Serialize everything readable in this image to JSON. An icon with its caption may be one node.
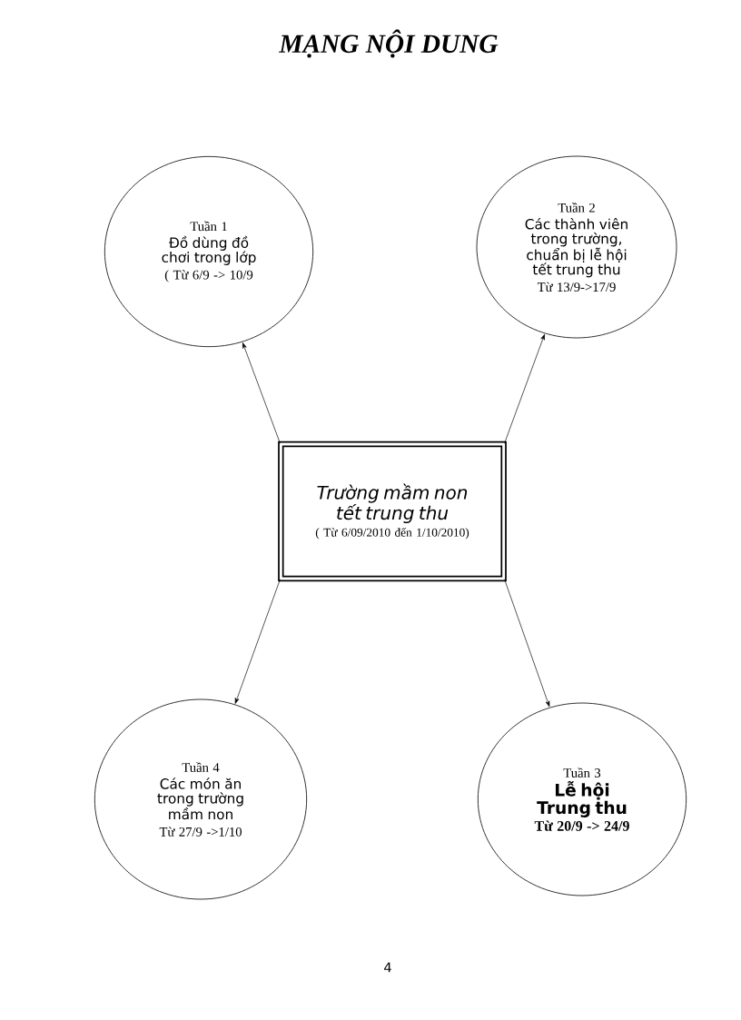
{
  "diagram": {
    "title": "MẠNG NỘI DUNG",
    "nodes": [
      {
        "text": [
          "Tuần 1",
          "Đồ dùng đồ chơi trong lớp",
          "( Từ 6/9 -> 10/9"
        ]
      },
      {
        "text": [
          "Tuần 2",
          "Các thành viên trong trường, chuẩn bị lễ hội tết trung thu",
          "Từ 13/9->17/9"
        ]
      },
      {
        "text": [
          "Trường mầm non tết trung thu",
          "( Từ 6/09/2010 đến 1/10/2010)"
        ]
      },
      {
        "text": [
          "Tuần 4",
          "Các món ăn trong trường mầm non",
          "Từ 27/9 ->1/10"
        ]
      },
      {
        "text": [
          "Tuần 3",
          "Lễ hội Trung thu",
          "Từ 20/9 -> 24/9"
        ]
      }
    ],
    "edges": [
      {
        "from": 2,
        "to": 0,
        "arrow": "to"
      },
      {
        "from": 2,
        "to": 1,
        "arrow": "to"
      },
      {
        "from": 2,
        "to": 3,
        "arrow": "to"
      },
      {
        "from": 2,
        "to": 4,
        "arrow": "to"
      }
    ],
    "labels": [
      "4"
    ]
  }
}
